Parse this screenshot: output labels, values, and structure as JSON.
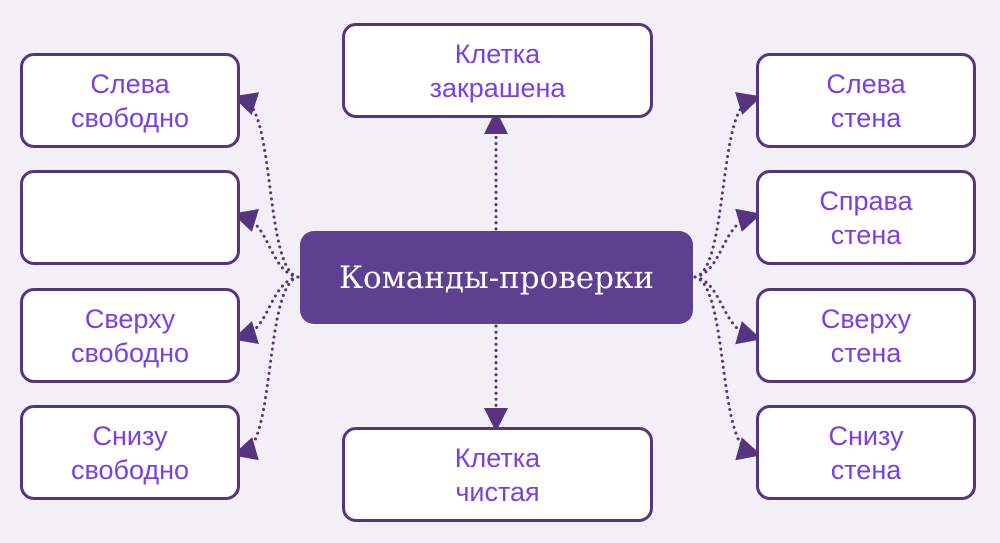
{
  "center": {
    "label": "Команды-проверки"
  },
  "top": {
    "label": "Клетка\nзакрашена"
  },
  "bottom": {
    "label": "Клетка\nчистая"
  },
  "left": [
    {
      "label": "Слева\nсвободно"
    },
    {
      "label": ""
    },
    {
      "label": "Сверху\nсвободно"
    },
    {
      "label": "Снизу\nсвободно"
    }
  ],
  "right": [
    {
      "label": "Слева\nстена"
    },
    {
      "label": "Справа\nстена"
    },
    {
      "label": "Сверху\nстена"
    },
    {
      "label": "Снизу\nстена"
    }
  ],
  "colors": {
    "center_fill": "#5f3f8f",
    "border": "#55357f",
    "text": "#7c3fe0",
    "background": "#f2eff6"
  }
}
